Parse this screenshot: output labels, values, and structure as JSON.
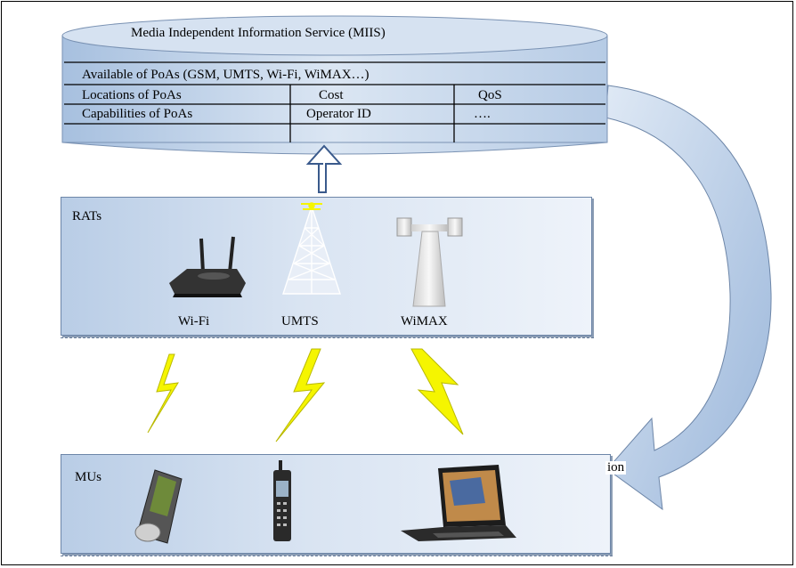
{
  "miis": {
    "title": "Media Independent Information Service (MIIS)",
    "row1": "Available of PoAs (GSM, UMTS, Wi-Fi, WiMAX…)",
    "table": [
      [
        "Locations of PoAs",
        "Cost",
        "QoS"
      ],
      [
        "Capabilities of PoAs",
        "Operator ID",
        "…."
      ]
    ]
  },
  "rats": {
    "label": "RATs",
    "devices": [
      "Wi-Fi",
      "UMTS",
      "WiMAX"
    ]
  },
  "mus": {
    "label": "MUs",
    "clipped_text": "ion"
  },
  "colors": {
    "cylinder_fill": "#c8d8ec",
    "panel_fill": "#d3e0f0",
    "arrow_fill": "#a9c2e0",
    "lightning": "#f5f500"
  }
}
